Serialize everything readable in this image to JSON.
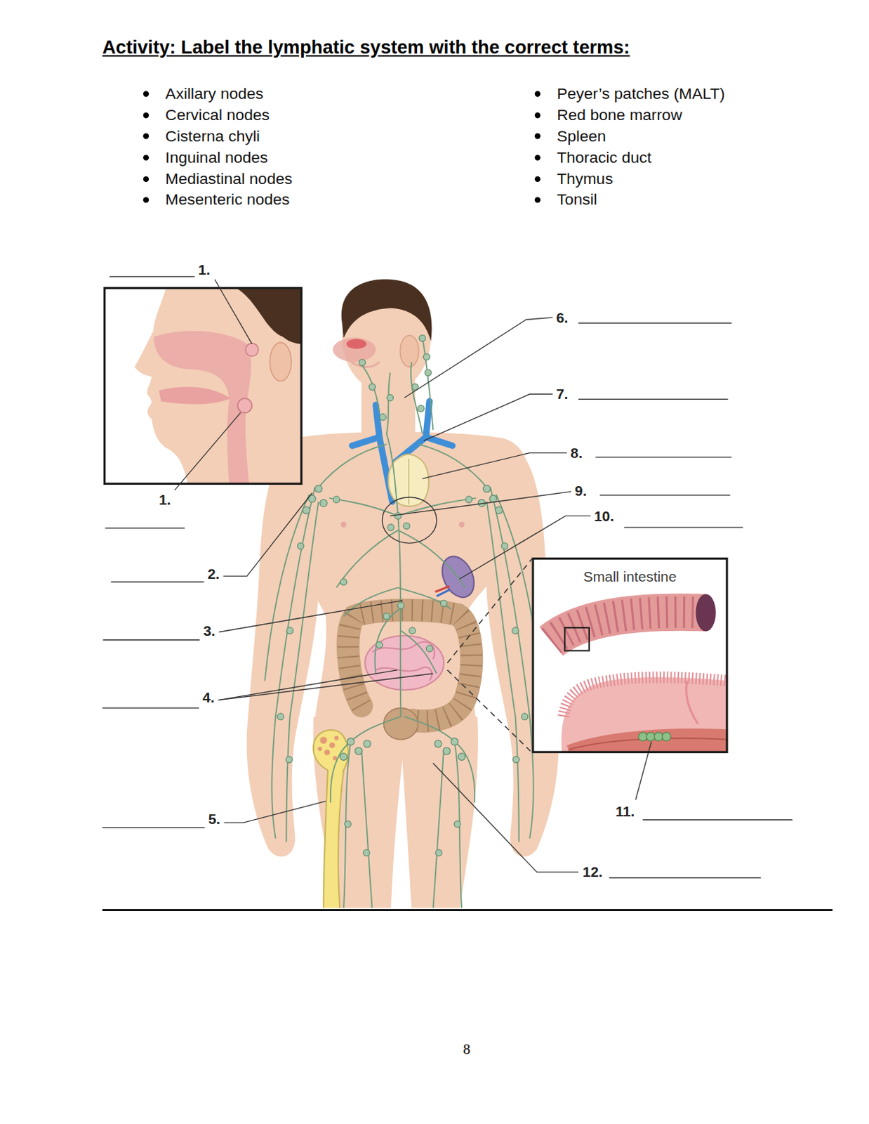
{
  "diagram": {
    "title": "Activity: Label the lymphatic system with the correct terms:",
    "nodes": [
      {
        "text": [
          "Small intestine"
        ]
      }
    ],
    "labels": [
      "Axillary nodes",
      "Cervical nodes",
      "Cisterna chyli",
      "Inguinal nodes",
      "Mediastinal nodes",
      "Mesenteric nodes",
      "Peyer’s patches (MALT)",
      "Red bone marrow",
      "Spleen",
      "Thoracic duct",
      "Thymus",
      "Tonsil",
      "1.",
      "6.",
      "7.",
      "8.",
      "1.",
      "9.",
      "10.",
      "2.",
      "3.",
      "4.",
      "11.",
      "5.",
      "12.",
      "8"
    ]
  }
}
